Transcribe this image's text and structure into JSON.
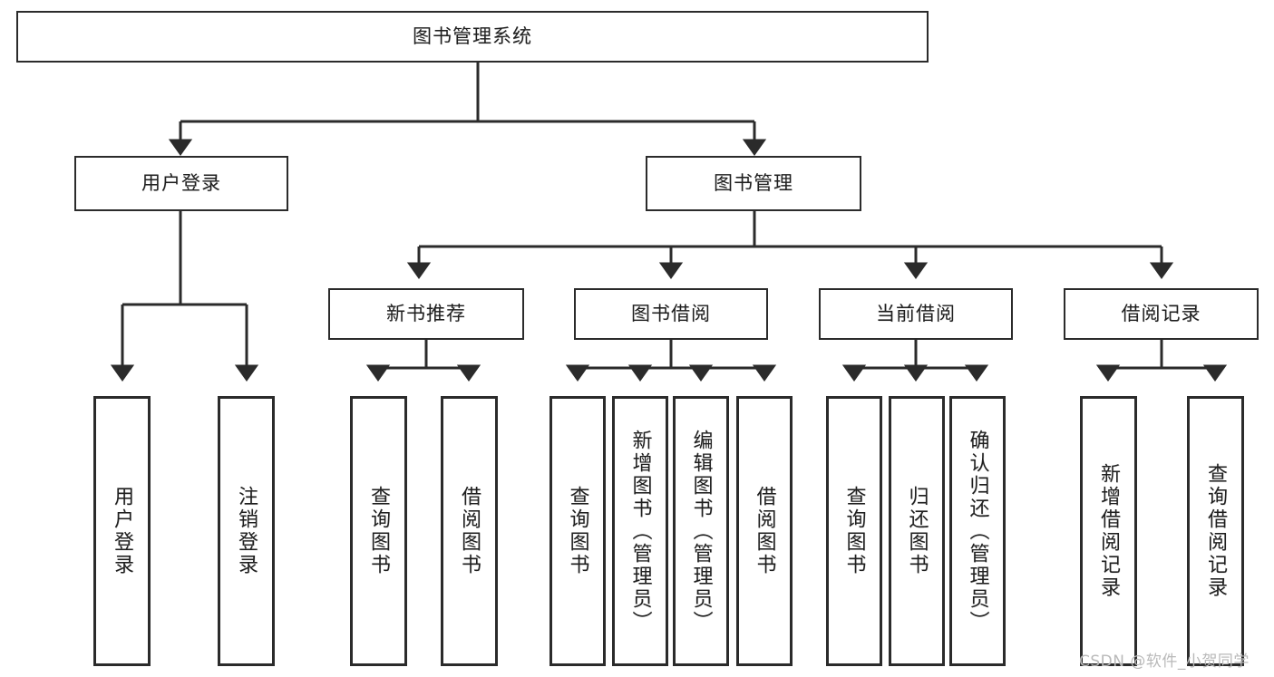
{
  "diagram": {
    "title": "图书管理系统",
    "type": "tree-hierarchy-functional-structure",
    "watermark": "CSDN @软件_小贺同学",
    "colors": {
      "box_border": "#2b2b2b",
      "box_fill": "#ffffff",
      "connector": "#2b2b2b",
      "text": "#1f1f1f",
      "watermark": "#b9b9b9"
    },
    "root": {
      "label": "图书管理系统"
    },
    "level2": [
      {
        "label": "用户登录"
      },
      {
        "label": "图书管理"
      }
    ],
    "level3": [
      {
        "label": "新书推荐"
      },
      {
        "label": "图书借阅"
      },
      {
        "label": "当前借阅"
      },
      {
        "label": "借阅记录"
      }
    ],
    "leaves": {
      "user_login": [
        {
          "label": "用户登录"
        },
        {
          "label": "注销登录"
        }
      ],
      "new_book_recommend": [
        {
          "label": "查询图书"
        },
        {
          "label": "借阅图书"
        }
      ],
      "book_borrow": [
        {
          "label": "查询图书"
        },
        {
          "label": "新增图书（管理员）"
        },
        {
          "label": "编辑图书（管理员）"
        },
        {
          "label": "借阅图书"
        }
      ],
      "current_borrow": [
        {
          "label": "查询图书"
        },
        {
          "label": "归还图书"
        },
        {
          "label": "确认归还（管理员）"
        }
      ],
      "borrow_record": [
        {
          "label": "新增借阅记录"
        },
        {
          "label": "查询借阅记录"
        }
      ]
    }
  }
}
